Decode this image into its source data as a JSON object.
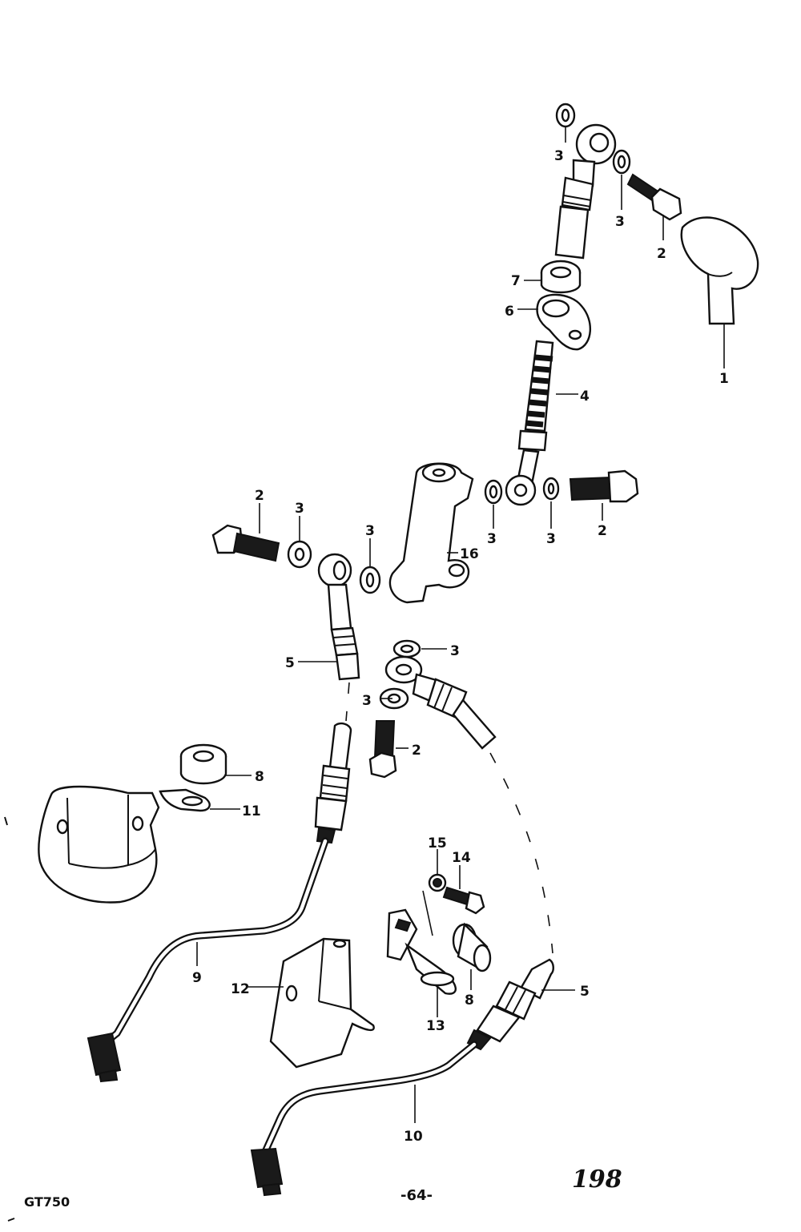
{
  "callouts": {
    "c1": "1",
    "c2a": "2",
    "c3a": "3",
    "c3b": "3",
    "c4": "4",
    "c6": "6",
    "c7": "7",
    "c2b": "2",
    "c3c": "3",
    "c3d": "3",
    "c2c": "2",
    "c3e": "3",
    "c3f": "3",
    "c16": "16",
    "c5a": "5",
    "c3g": "3",
    "c3h": "3",
    "c2d": "2",
    "c8a": "8",
    "c11": "11",
    "c15": "15",
    "c14": "14",
    "c9": "9",
    "c12": "12",
    "c8b": "8",
    "c13": "13",
    "c5b": "5",
    "c10": "10"
  },
  "footer": {
    "model": "GT750",
    "page": "-64-",
    "figure": "198"
  }
}
